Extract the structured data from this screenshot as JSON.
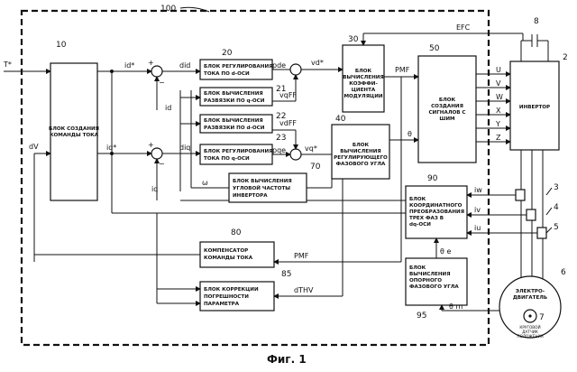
{
  "figure": {
    "caption": "Фиг. 1",
    "ref_100": "100",
    "ref_tstar": "T*"
  },
  "blocks": {
    "current_cmd": {
      "num": "10",
      "lines": [
        "БЛОК СОЗДАНИЯ",
        "КОМАНДЫ ТОКА"
      ]
    },
    "d_reg": {
      "num": "20",
      "lines": [
        "БЛОК РЕГУЛИРОВАНИЯ",
        "ТОКА ПО d-ОСИ"
      ]
    },
    "q_decoup": {
      "num": "21",
      "lines": [
        "БЛОК ВЫЧИСЛЕНИЯ",
        "РАЗВЯЗКИ ПО q-ОСИ"
      ]
    },
    "d_decoup": {
      "num": "22",
      "lines": [
        "БЛОК ВЫЧИСЛЕНИЯ",
        "РАЗВЯЗКИ ПО d-ОСИ"
      ]
    },
    "q_reg": {
      "num": "23",
      "lines": [
        "БЛОК РЕГУЛИРОВАНИЯ",
        "ТОКА ПО q-ОСИ"
      ]
    },
    "modulation": {
      "num": "30",
      "lines": [
        "БЛОК",
        "ВЫЧИСЛЕНИЯ",
        "КОЭФФИ-",
        "ЦИЕНТА",
        "МОДУЛЯЦИИ"
      ]
    },
    "phase_angle": {
      "num": "40",
      "lines": [
        "БЛОК",
        "ВЫЧИСЛЕНИЯ",
        "РЕГУЛИРУЮЩЕГО",
        "ФАЗОВОГО УГЛА"
      ]
    },
    "pwm": {
      "num": "50",
      "lines": [
        "БЛОК",
        "СОЗДАНИЯ",
        "СИГНАЛОВ С",
        "ШИМ"
      ]
    },
    "angular_freq": {
      "num": "70",
      "lines": [
        "БЛОК ВЫЧИСЛЕНИЯ",
        "УГЛОВОЙ ЧАСТОТЫ",
        "ИНВЕРТОРА"
      ]
    },
    "compensator": {
      "num": "80",
      "lines": [
        "КОМПЕНСАТОР",
        "КОМАНДЫ ТОКА"
      ]
    },
    "param_corr": {
      "num": "85",
      "lines": [
        "БЛОК КОРРЕКЦИИ",
        "ПОГРЕШНОСТИ",
        "ПАРАМЕТРА"
      ]
    },
    "coord_conv": {
      "num": "90",
      "lines": [
        "БЛОК",
        "КООРДИНАТНОГО",
        "ПРЕОБРАЗОВАНИЯ",
        "ТРЕХ ФАЗ В",
        "dq-ОСИ"
      ]
    },
    "ref_phase": {
      "num": "95",
      "lines": [
        "БЛОК",
        "ВЫЧИСЛЕНИЯ",
        "ОПОРНОГО",
        "ФАЗОВОГО УГЛА"
      ]
    },
    "inverter": {
      "num": "2",
      "lines": [
        "ИНВЕРТОР"
      ]
    },
    "motor": {
      "num": "6",
      "lines": [
        "ЭЛЕКТРО-",
        "ДВИГАТЕЛЬ"
      ]
    },
    "pos_sensor": {
      "num": "7",
      "lines": [
        "КРУГОВОЙ",
        "ДАТЧИК",
        "ПОЛОЖЕНИЯ"
      ]
    }
  },
  "signals": {
    "id_star": "id*",
    "iq_star": "iq*",
    "dV": "dV",
    "did": "did",
    "diq": "diq",
    "pde": "pde",
    "pqe": "pqe",
    "vqFF": "vqFF",
    "vdFF": "vdFF",
    "vd_star": "vd*",
    "vq_star": "vq*",
    "id": "id",
    "iq": "iq",
    "omega": "ω",
    "PMF_top": "PMF",
    "PMF_mid": "PMF",
    "theta": "θ",
    "theta_e": "θ e",
    "theta_m": "θ m",
    "dTHV": "dTHV",
    "EFC": "EFC",
    "iw": "iw",
    "iv": "iv",
    "iu": "iu",
    "U": "U",
    "V": "V",
    "W": "W",
    "X": "X",
    "Y": "Y",
    "Z": "Z",
    "plus": "+",
    "minus": "−"
  },
  "refs": {
    "r8": "8",
    "r3": "3",
    "r4": "4",
    "r5": "5"
  }
}
